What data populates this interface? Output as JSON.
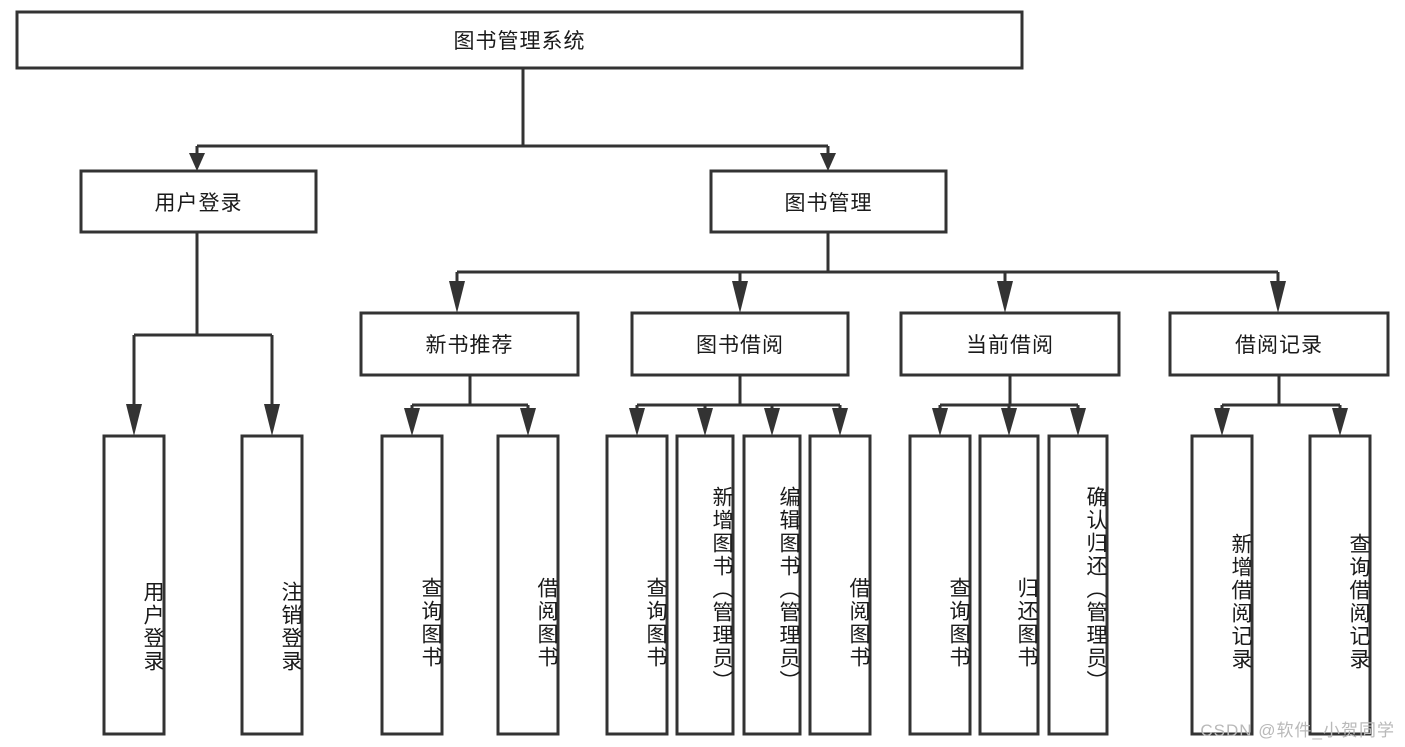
{
  "diagram": {
    "type": "tree-hierarchy",
    "title": "图书管理系统",
    "watermark": "CSDN @软件_小贺同学",
    "colors": {
      "stroke": "#333333",
      "fill": "#ffffff",
      "text": "#1a1a1a",
      "watermark": "#b9b9b9"
    },
    "levels": [
      {
        "level": 1,
        "nodes": [
          {
            "id": "root",
            "label": "图书管理系统",
            "orientation": "horizontal"
          }
        ]
      },
      {
        "level": 2,
        "nodes": [
          {
            "id": "login",
            "label": "用户登录",
            "orientation": "horizontal",
            "parent": "root"
          },
          {
            "id": "bookmgmt",
            "label": "图书管理",
            "orientation": "horizontal",
            "parent": "root"
          }
        ]
      },
      {
        "level": 3,
        "nodes": [
          {
            "id": "newbook",
            "label": "新书推荐",
            "orientation": "horizontal",
            "parent": "bookmgmt"
          },
          {
            "id": "borrow",
            "label": "图书借阅",
            "orientation": "horizontal",
            "parent": "bookmgmt"
          },
          {
            "id": "current",
            "label": "当前借阅",
            "orientation": "horizontal",
            "parent": "bookmgmt"
          },
          {
            "id": "records",
            "label": "借阅记录",
            "orientation": "horizontal",
            "parent": "bookmgmt"
          }
        ]
      },
      {
        "level": 4,
        "nodes": [
          {
            "id": "leaf1",
            "label": "用户登录",
            "orientation": "vertical",
            "parent": "login"
          },
          {
            "id": "leaf2",
            "label": "注销登录",
            "orientation": "vertical",
            "parent": "login"
          },
          {
            "id": "leaf3",
            "label": "查询图书",
            "orientation": "vertical",
            "parent": "newbook"
          },
          {
            "id": "leaf4",
            "label": "借阅图书",
            "orientation": "vertical",
            "parent": "newbook"
          },
          {
            "id": "leaf5",
            "label": "查询图书",
            "orientation": "vertical",
            "parent": "borrow"
          },
          {
            "id": "leaf6",
            "label": "新增图书（管理员）",
            "orientation": "vertical",
            "parent": "borrow"
          },
          {
            "id": "leaf7",
            "label": "编辑图书（管理员）",
            "orientation": "vertical",
            "parent": "borrow"
          },
          {
            "id": "leaf8",
            "label": "借阅图书",
            "orientation": "vertical",
            "parent": "borrow"
          },
          {
            "id": "leaf9",
            "label": "查询图书",
            "orientation": "vertical",
            "parent": "current"
          },
          {
            "id": "leaf10",
            "label": "归还图书",
            "orientation": "vertical",
            "parent": "current"
          },
          {
            "id": "leaf11",
            "label": "确认归还（管理员）",
            "orientation": "vertical",
            "parent": "current"
          },
          {
            "id": "leaf12",
            "label": "新增借阅记录",
            "orientation": "vertical",
            "parent": "records"
          },
          {
            "id": "leaf13",
            "label": "查询借阅记录",
            "orientation": "vertical",
            "parent": "records"
          }
        ]
      }
    ]
  }
}
